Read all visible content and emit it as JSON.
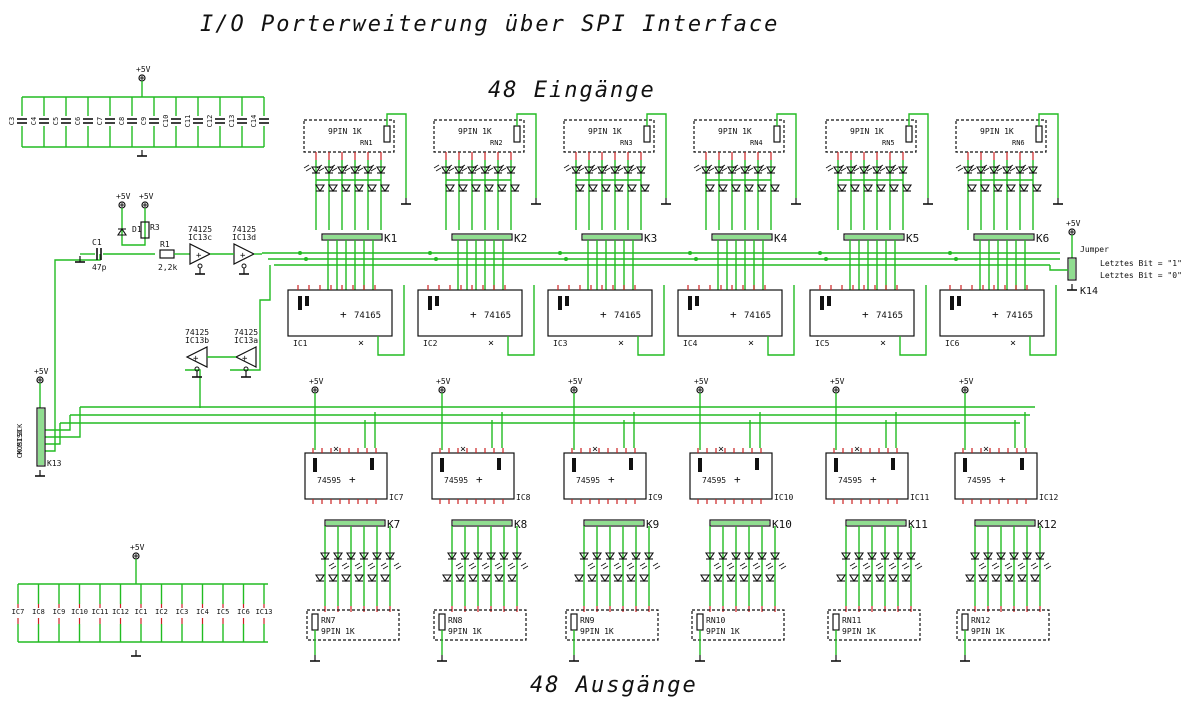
{
  "title": "I/O Porterweiterung über SPI Interface",
  "inputs_heading": "48 Eingänge",
  "outputs_heading": "48 Ausgänge",
  "power_label": "+5V",
  "jumper": {
    "label": "Jumper",
    "note_one": "Letztes Bit = \"1\"",
    "note_zero": "Letztes Bit = \"0\"",
    "ref": "K14"
  },
  "spi_connector": {
    "ref": "K13",
    "pins": [
      "SCK",
      "MISO",
      "MOSI",
      "CK"
    ]
  },
  "buffers_top": [
    {
      "part": "74125",
      "ref": "IC13c"
    },
    {
      "part": "74125",
      "ref": "IC13d"
    }
  ],
  "buffers_bottom": [
    {
      "part": "74125",
      "ref": "IC13b"
    },
    {
      "part": "74125",
      "ref": "IC13a"
    }
  ],
  "passives": {
    "c1_ref": "C1",
    "c1_value": "47p",
    "r1_ref": "R1",
    "r1_value": "2,2k",
    "diode_ref": "D1",
    "res_ref": "R3"
  },
  "input_blocks": [
    {
      "ic": "IC1",
      "chip": "74165",
      "conn": "K1",
      "rn": "RN1",
      "rn_label": "9PIN 1K"
    },
    {
      "ic": "IC2",
      "chip": "74165",
      "conn": "K2",
      "rn": "RN2",
      "rn_label": "9PIN 1K"
    },
    {
      "ic": "IC3",
      "chip": "74165",
      "conn": "K3",
      "rn": "RN3",
      "rn_label": "9PIN 1K"
    },
    {
      "ic": "IC4",
      "chip": "74165",
      "conn": "K4",
      "rn": "RN4",
      "rn_label": "9PIN 1K"
    },
    {
      "ic": "IC5",
      "chip": "74165",
      "conn": "K5",
      "rn": "RN5",
      "rn_label": "9PIN 1K"
    },
    {
      "ic": "IC6",
      "chip": "74165",
      "conn": "K6",
      "rn": "RN6",
      "rn_label": "9PIN 1K"
    }
  ],
  "output_blocks": [
    {
      "ic": "IC7",
      "chip": "74595",
      "conn": "K7",
      "rn": "RN7",
      "rn_label": "9PIN 1K"
    },
    {
      "ic": "IC8",
      "chip": "74595",
      "conn": "K8",
      "rn": "RN8",
      "rn_label": "9PIN 1K"
    },
    {
      "ic": "IC9",
      "chip": "74595",
      "conn": "K9",
      "rn": "RN9",
      "rn_label": "9PIN 1K"
    },
    {
      "ic": "IC10",
      "chip": "74595",
      "conn": "K10",
      "rn": "RN10",
      "rn_label": "9PIN 1K"
    },
    {
      "ic": "IC11",
      "chip": "74595",
      "conn": "K11",
      "rn": "RN11",
      "rn_label": "9PIN 1K"
    },
    {
      "ic": "IC12",
      "chip": "74595",
      "conn": "K12",
      "rn": "RN12",
      "rn_label": "9PIN 1K"
    }
  ],
  "decoupling_top": [
    "C3",
    "C4",
    "C5",
    "C6",
    "C7",
    "C8",
    "C9",
    "C10",
    "C11",
    "C12",
    "C13",
    "C14"
  ],
  "decoupling_bottom": [
    "IC7",
    "IC8",
    "IC9",
    "IC10",
    "IC11",
    "IC12",
    "IC1",
    "IC2",
    "IC3",
    "IC4",
    "IC5",
    "IC6",
    "IC13"
  ],
  "colors": {
    "wire": "#22bb22",
    "part": "#111111",
    "pin": "#cc2222",
    "junction": "#22bb22"
  }
}
